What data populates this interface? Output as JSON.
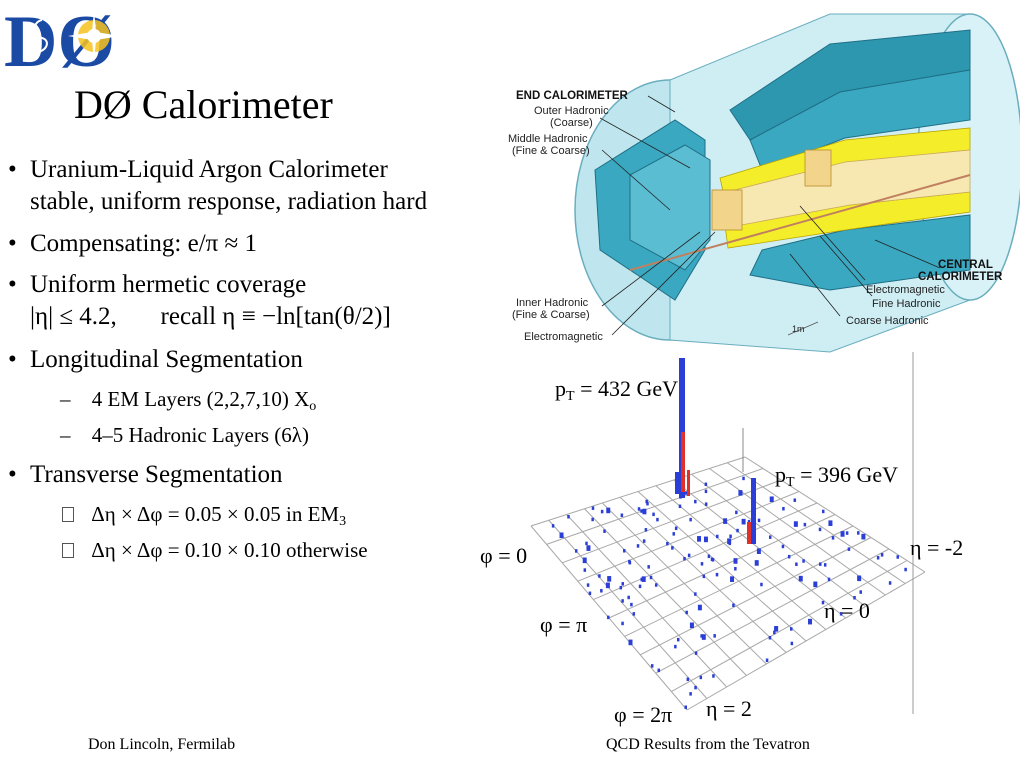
{
  "slide": {
    "logo_text": "DØ",
    "title": "DØ Calorimeter",
    "bullets": [
      {
        "lines": [
          "Uranium-Liquid Argon Calorimeter",
          "stable, uniform response, radiation hard"
        ]
      },
      {
        "lines": [
          "Compensating: e/π ≈ 1"
        ]
      },
      {
        "lines": [
          "Uniform hermetic coverage",
          "|η| ≤ 4.2,       recall η ≡ −ln[tan(θ/2)]"
        ]
      },
      {
        "lines": [
          "Longitudinal Segmentation"
        ],
        "sub": [
          {
            "marker": "–",
            "text": "4 EM Layers (2,2,7,10) X",
            "subscript": "o"
          },
          {
            "marker": "–",
            "text": "4–5 Hadronic Layers (6λ)",
            "subscript": ""
          }
        ]
      },
      {
        "lines": [
          "Transverse Segmentation"
        ],
        "sub": [
          {
            "marker": "",
            "text": "Δη × Δφ = 0.05 × 0.05 in EM",
            "subscript": "3"
          },
          {
            "marker": "",
            "text": "Δη × Δφ = 0.10 × 0.10 otherwise",
            "subscript": ""
          }
        ]
      }
    ],
    "bullet_marker": "•"
  },
  "detector_diagram": {
    "labels": {
      "end_cal": "END CALORIMETER",
      "outer_had_1": "Outer Hadronic",
      "outer_had_2": "(Coarse)",
      "middle_had_1": "Middle Hadronic",
      "middle_had_2": "(Fine & Coarse)",
      "inner_had_1": "Inner Hadronic",
      "inner_had_2": "(Fine & Coarse)",
      "em_left": "Electromagnetic",
      "central_1": "CENTRAL",
      "central_2": "CALORIMETER",
      "em_right": "Electromagnetic",
      "fine_had": "Fine Hadronic",
      "coarse_had": "Coarse Hadronic",
      "scale": "1m"
    },
    "colors": {
      "outer": "#cfeef4",
      "module": "#3aa8c0",
      "dark": "#1f6f86",
      "yellow": "#f4ee2a",
      "core": "#f2d48a"
    }
  },
  "lego_plot": {
    "labels": {
      "jet1_p": "p",
      "jet1_sub": "T",
      "jet1_val": " = 432 GeV",
      "jet2_p": "p",
      "jet2_sub": "T",
      "jet2_val": " = 396 GeV",
      "phi0": "φ = 0",
      "phipi": "φ = π",
      "phi2pi": "φ = 2π",
      "eta_m2": "η = -2",
      "eta0": "η = 0",
      "eta2": "η = 2"
    },
    "colors": {
      "tower_blue": "#2b3fd6",
      "tower_red": "#e0302a",
      "grid": "#a8a8a8"
    }
  },
  "footer": {
    "left": "Don Lincoln, Fermilab",
    "right": "QCD Results from the Tevatron"
  }
}
